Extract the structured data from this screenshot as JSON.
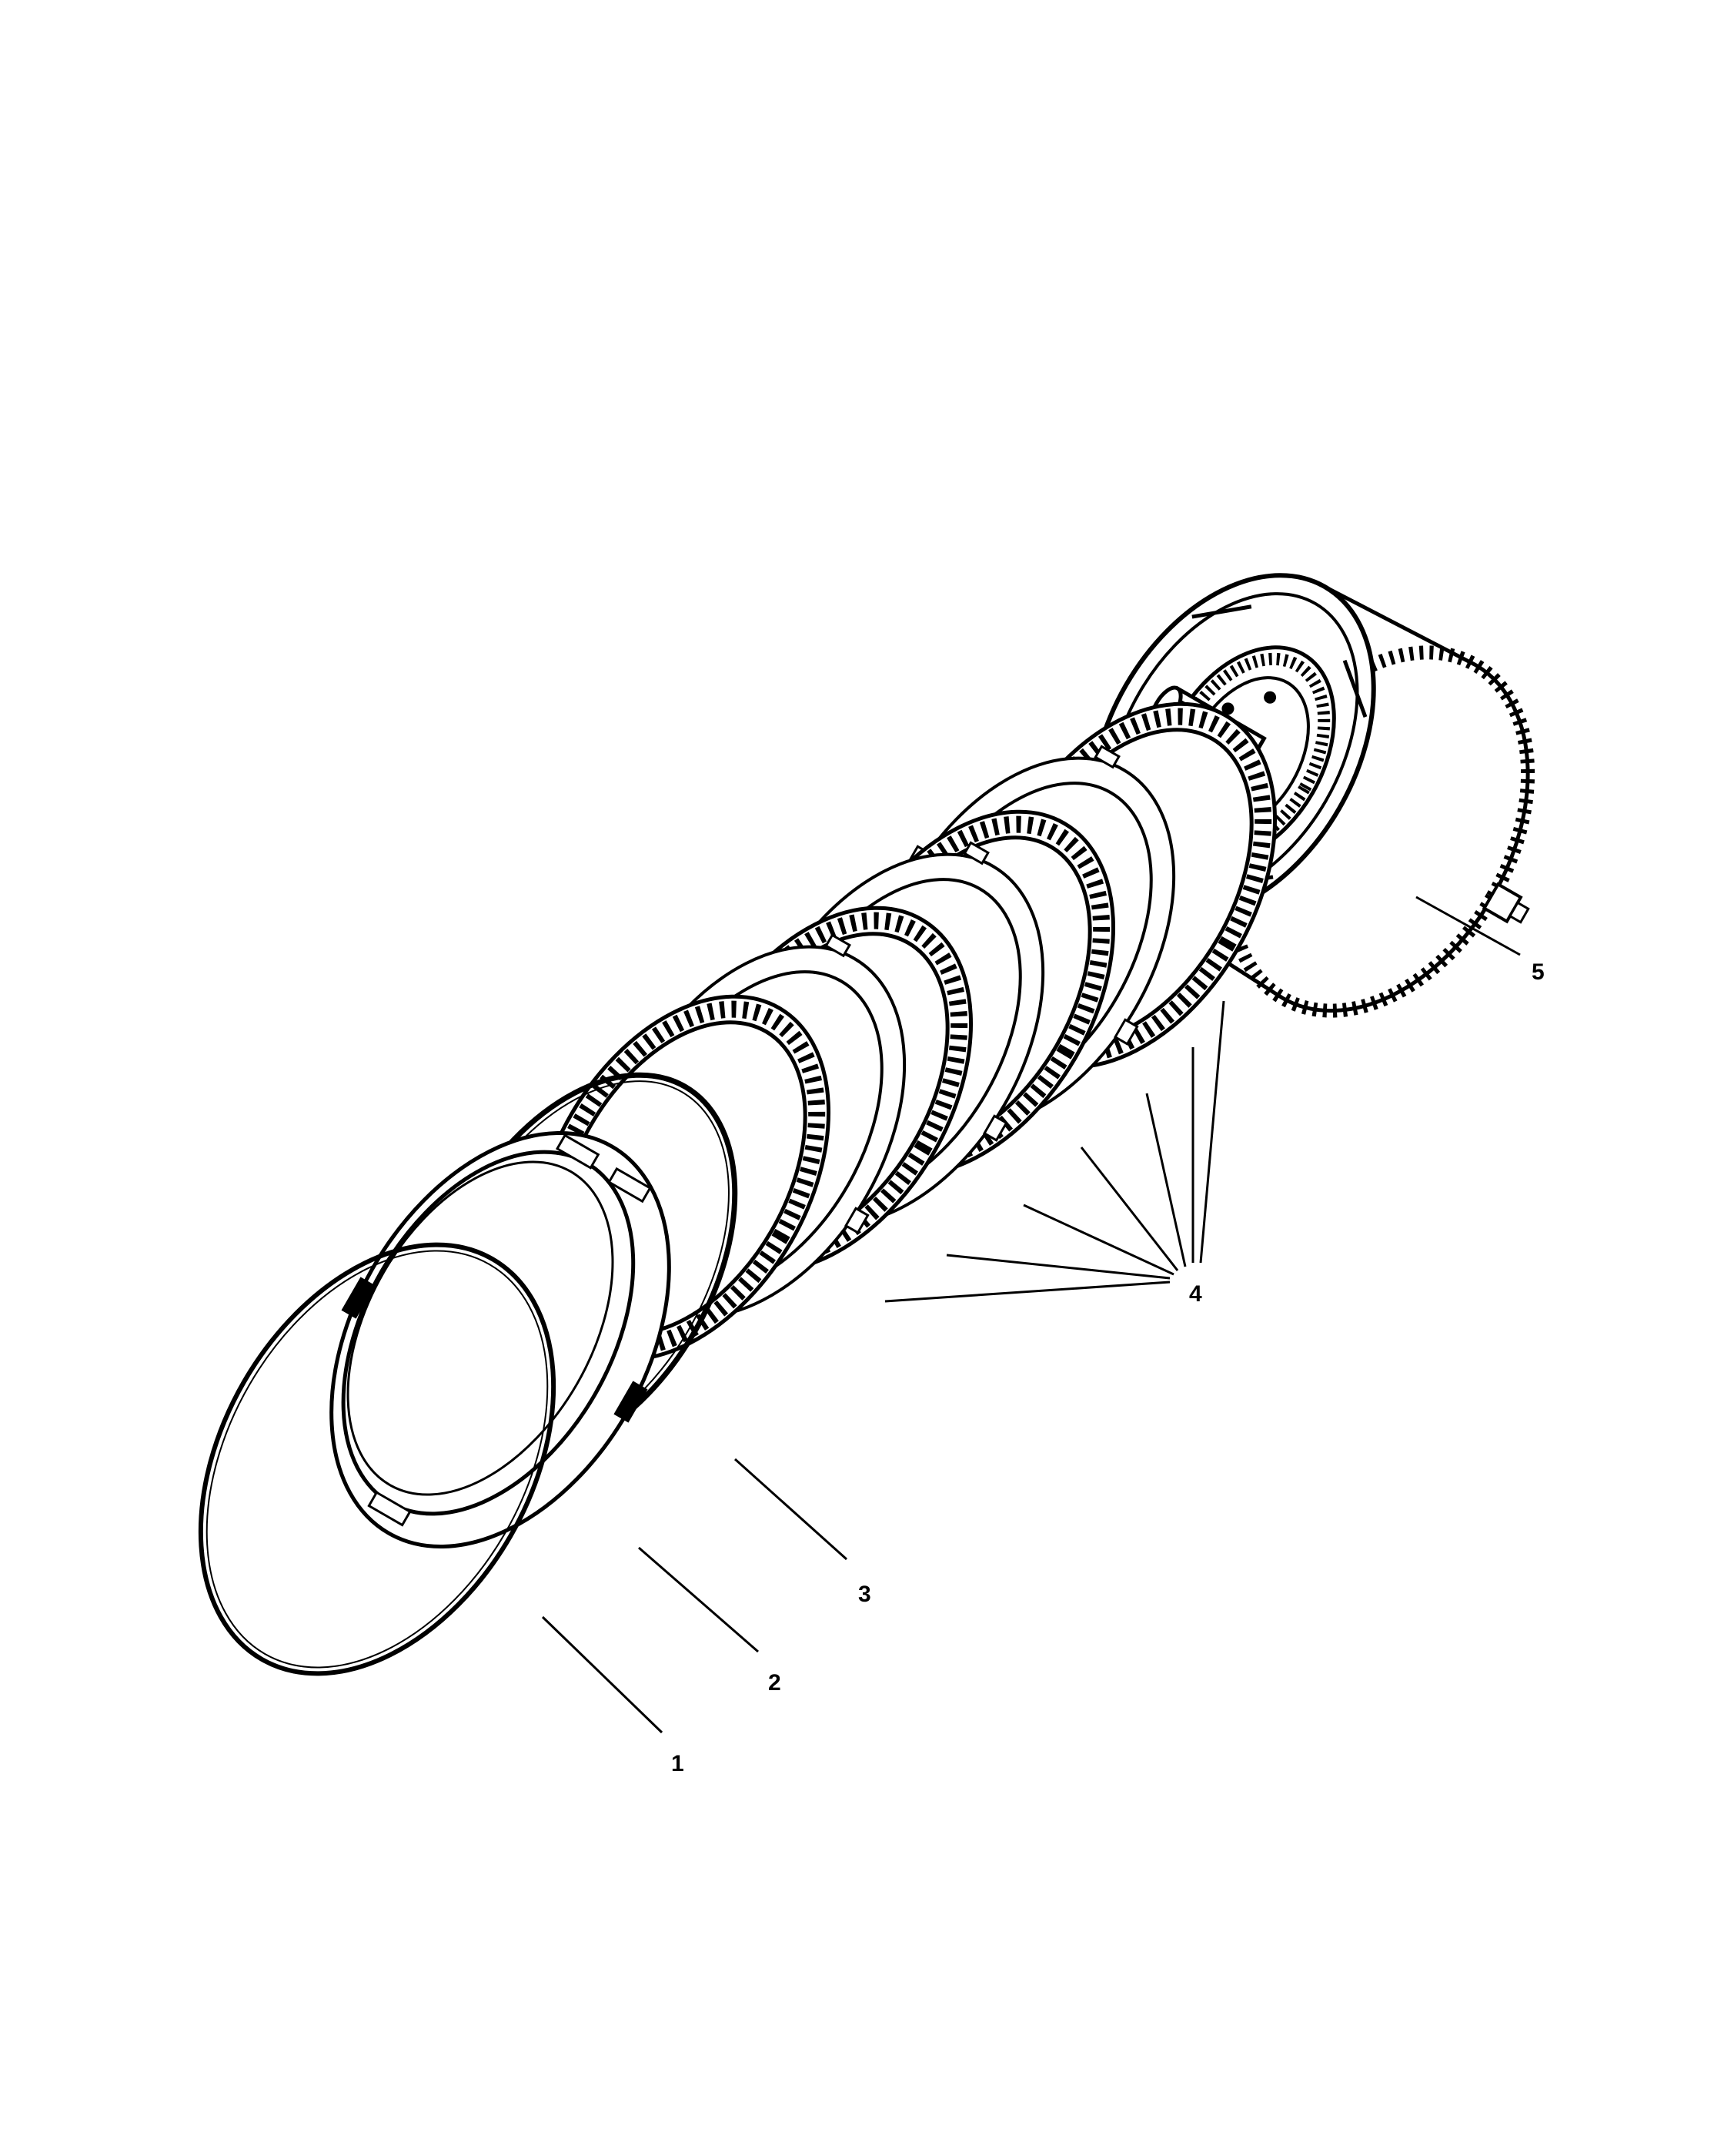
{
  "diagram": {
    "colors": {
      "ink": "#000000",
      "paper": "#ffffff"
    },
    "callouts": {
      "c1": "1",
      "c2": "2",
      "c3": "3",
      "c4": "4",
      "c5": "5"
    }
  }
}
